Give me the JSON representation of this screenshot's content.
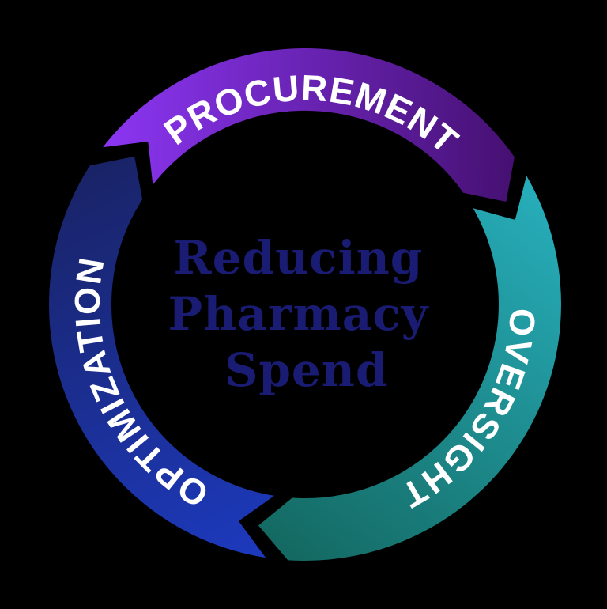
{
  "diagram": {
    "background_color": "#000000",
    "label_color": "#FFFFFF",
    "center_title": {
      "line1": "Reducing",
      "line2": "Pharmacy",
      "line3": "Spend",
      "color": "#1A1C73"
    },
    "segments": {
      "procurement": {
        "label": "PROCUREMENT",
        "gradient_start": "#8C36F4",
        "gradient_end": "#451071"
      },
      "oversight": {
        "label": "OVERSIGHT",
        "gradient_start": "#27AEBB",
        "gradient_end": "#146A63"
      },
      "optimization": {
        "label": "OPTIMIZATION",
        "gradient_start": "#1D3ABF",
        "gradient_end": "#192366"
      }
    }
  }
}
